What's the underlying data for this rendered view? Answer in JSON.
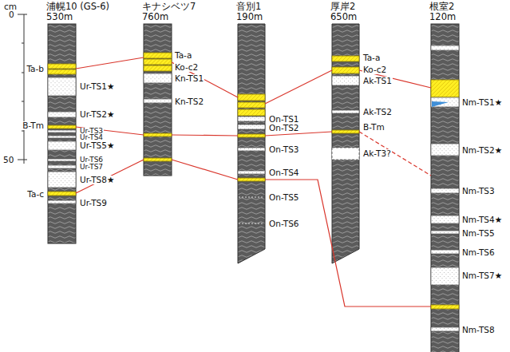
{
  "diagram": {
    "nodes": [
      {
        "text": [
          "浦幌10 (GS-6)",
          "530m"
        ]
      },
      {
        "text": [
          "キナシベツ7",
          "760m"
        ]
      },
      {
        "text": [
          "音別1",
          "190m"
        ]
      },
      {
        "text": [
          "厚岸2",
          "650m"
        ]
      },
      {
        "text": [
          "根室2",
          "120m"
        ]
      }
    ],
    "labels": [
      "cm",
      "0",
      "50",
      "Ta-b",
      "Ur-TS1★",
      "Ur-TS2★",
      "B-Tm",
      "Ur-TS3",
      "Ur-TS4",
      "Ur-TS5★",
      "Ur-TS6",
      "Ur-TS7",
      "Ur-TS8★",
      "Ta-c",
      "Ur-TS9",
      "Ta-a",
      "Ko-c2",
      "Kn-TS1",
      "Kn-TS2",
      "On-TS1",
      "On-TS2",
      "On-TS3",
      "On-TS4",
      "On-TS5",
      "On-TS6",
      "Ta-a",
      "Ko-c2",
      "Ak-TS1",
      "Ak-TS2",
      "B-Tm",
      "Ak-T3?",
      "Nm-TS1★",
      "Nm-TS2★",
      "Nm-TS3",
      "Nm-TS4★",
      "Nm-TS5",
      "Nm-TS6",
      "Nm-TS7★",
      "Nm-TS8"
    ]
  }
}
